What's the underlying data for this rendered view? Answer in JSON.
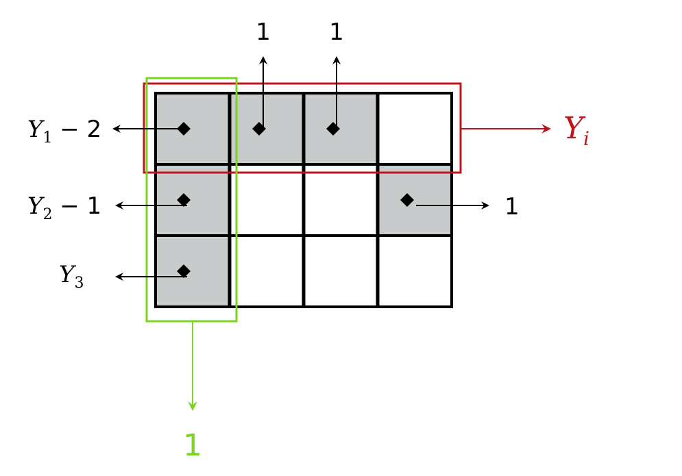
{
  "grid": {
    "rows": 3,
    "cols": 4,
    "shaded": [
      [
        0,
        0
      ],
      [
        0,
        1
      ],
      [
        0,
        2
      ],
      [
        1,
        0
      ],
      [
        1,
        3
      ],
      [
        2,
        0
      ]
    ],
    "shade_color": "#c8cbcb",
    "line_color": "#000000"
  },
  "row_labels": [
    {
      "base": "Y",
      "sub": "1",
      "suffix": " − 2"
    },
    {
      "base": "Y",
      "sub": "2",
      "suffix": " − 1"
    },
    {
      "base": "Y",
      "sub": "3",
      "suffix": ""
    }
  ],
  "top_labels": [
    "1",
    "1"
  ],
  "right_label": "1",
  "bottom_label": "1",
  "highlight_row_label": {
    "base": "Y",
    "sub": "i"
  },
  "colors": {
    "row_highlight": "#c0141c",
    "col_highlight": "#7ed321",
    "arrow": "#000000"
  }
}
